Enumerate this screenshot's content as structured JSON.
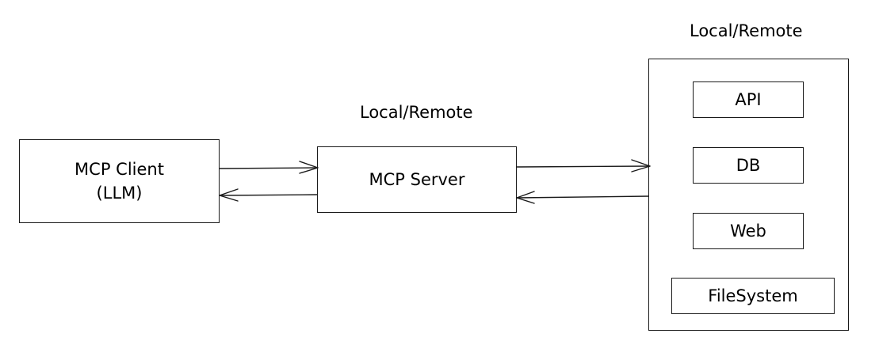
{
  "client": {
    "line1": "MCP Client",
    "line2": "(LLM)"
  },
  "server": {
    "label": "MCP Server",
    "location": "Local/Remote"
  },
  "resources": {
    "location": "Local/Remote",
    "items": [
      "API",
      "DB",
      "Web",
      "FileSystem"
    ]
  }
}
